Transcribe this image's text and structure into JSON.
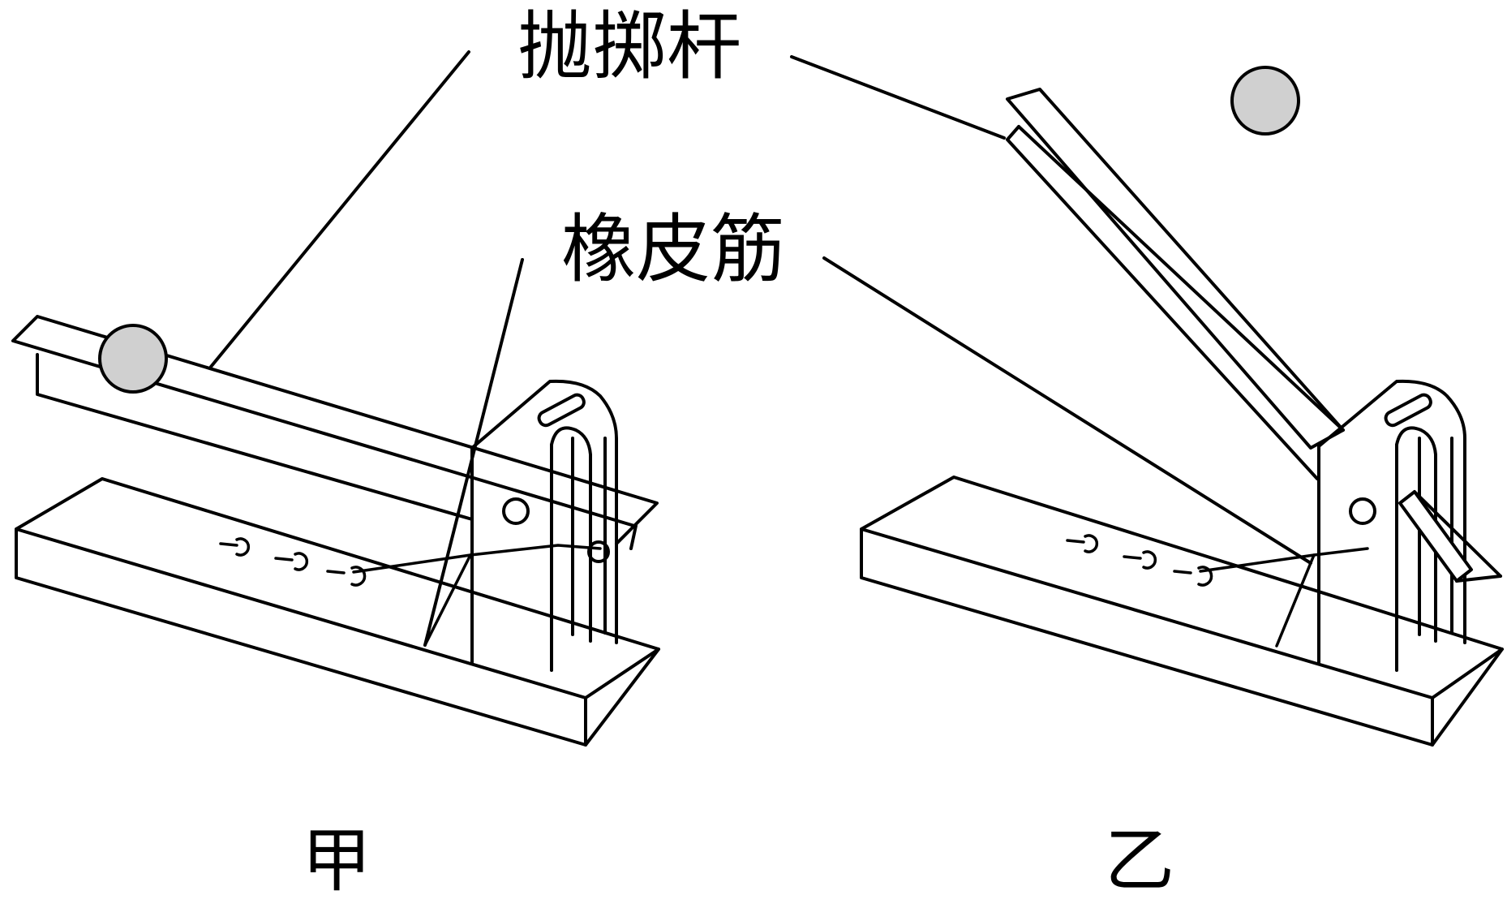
{
  "labels": {
    "throwing_arm": "抛掷杆",
    "rubber_band": "橡皮筋"
  },
  "captions": {
    "left": "甲",
    "right": "乙"
  },
  "colors": {
    "line": "#000000",
    "ball_fill": "#d0d0d0",
    "background": "#ffffff"
  }
}
